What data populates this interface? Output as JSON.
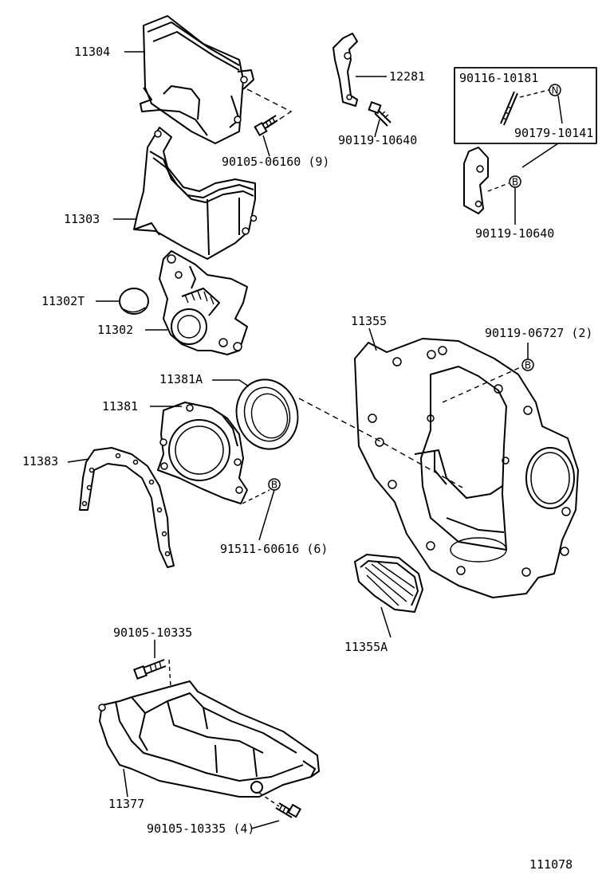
{
  "labels": {
    "p11304": "11304",
    "p12281": "12281",
    "p90116_10181": "90116-10181",
    "p90179_10141": "90179-10141",
    "p90119_10640_a": "90119-10640",
    "p90105_06160": "90105-06160 (9)",
    "p11303": "11303",
    "p90119_10640_b": "90119-10640",
    "p11302T": "11302T",
    "p11302": "11302",
    "p11355": "11355",
    "p90119_06727": "90119-06727 (2)",
    "p11381A": "11381A",
    "p11381": "11381",
    "p11383": "11383",
    "p91511_60616": "91511-60616 (6)",
    "p11355A": "11355A",
    "p90105_10335": "90105-10335",
    "p11377": "11377",
    "p90105_10335_4": "90105-10335 (4)",
    "diagram_no": "111078"
  },
  "callouts": {
    "N": "N",
    "B": "B"
  }
}
